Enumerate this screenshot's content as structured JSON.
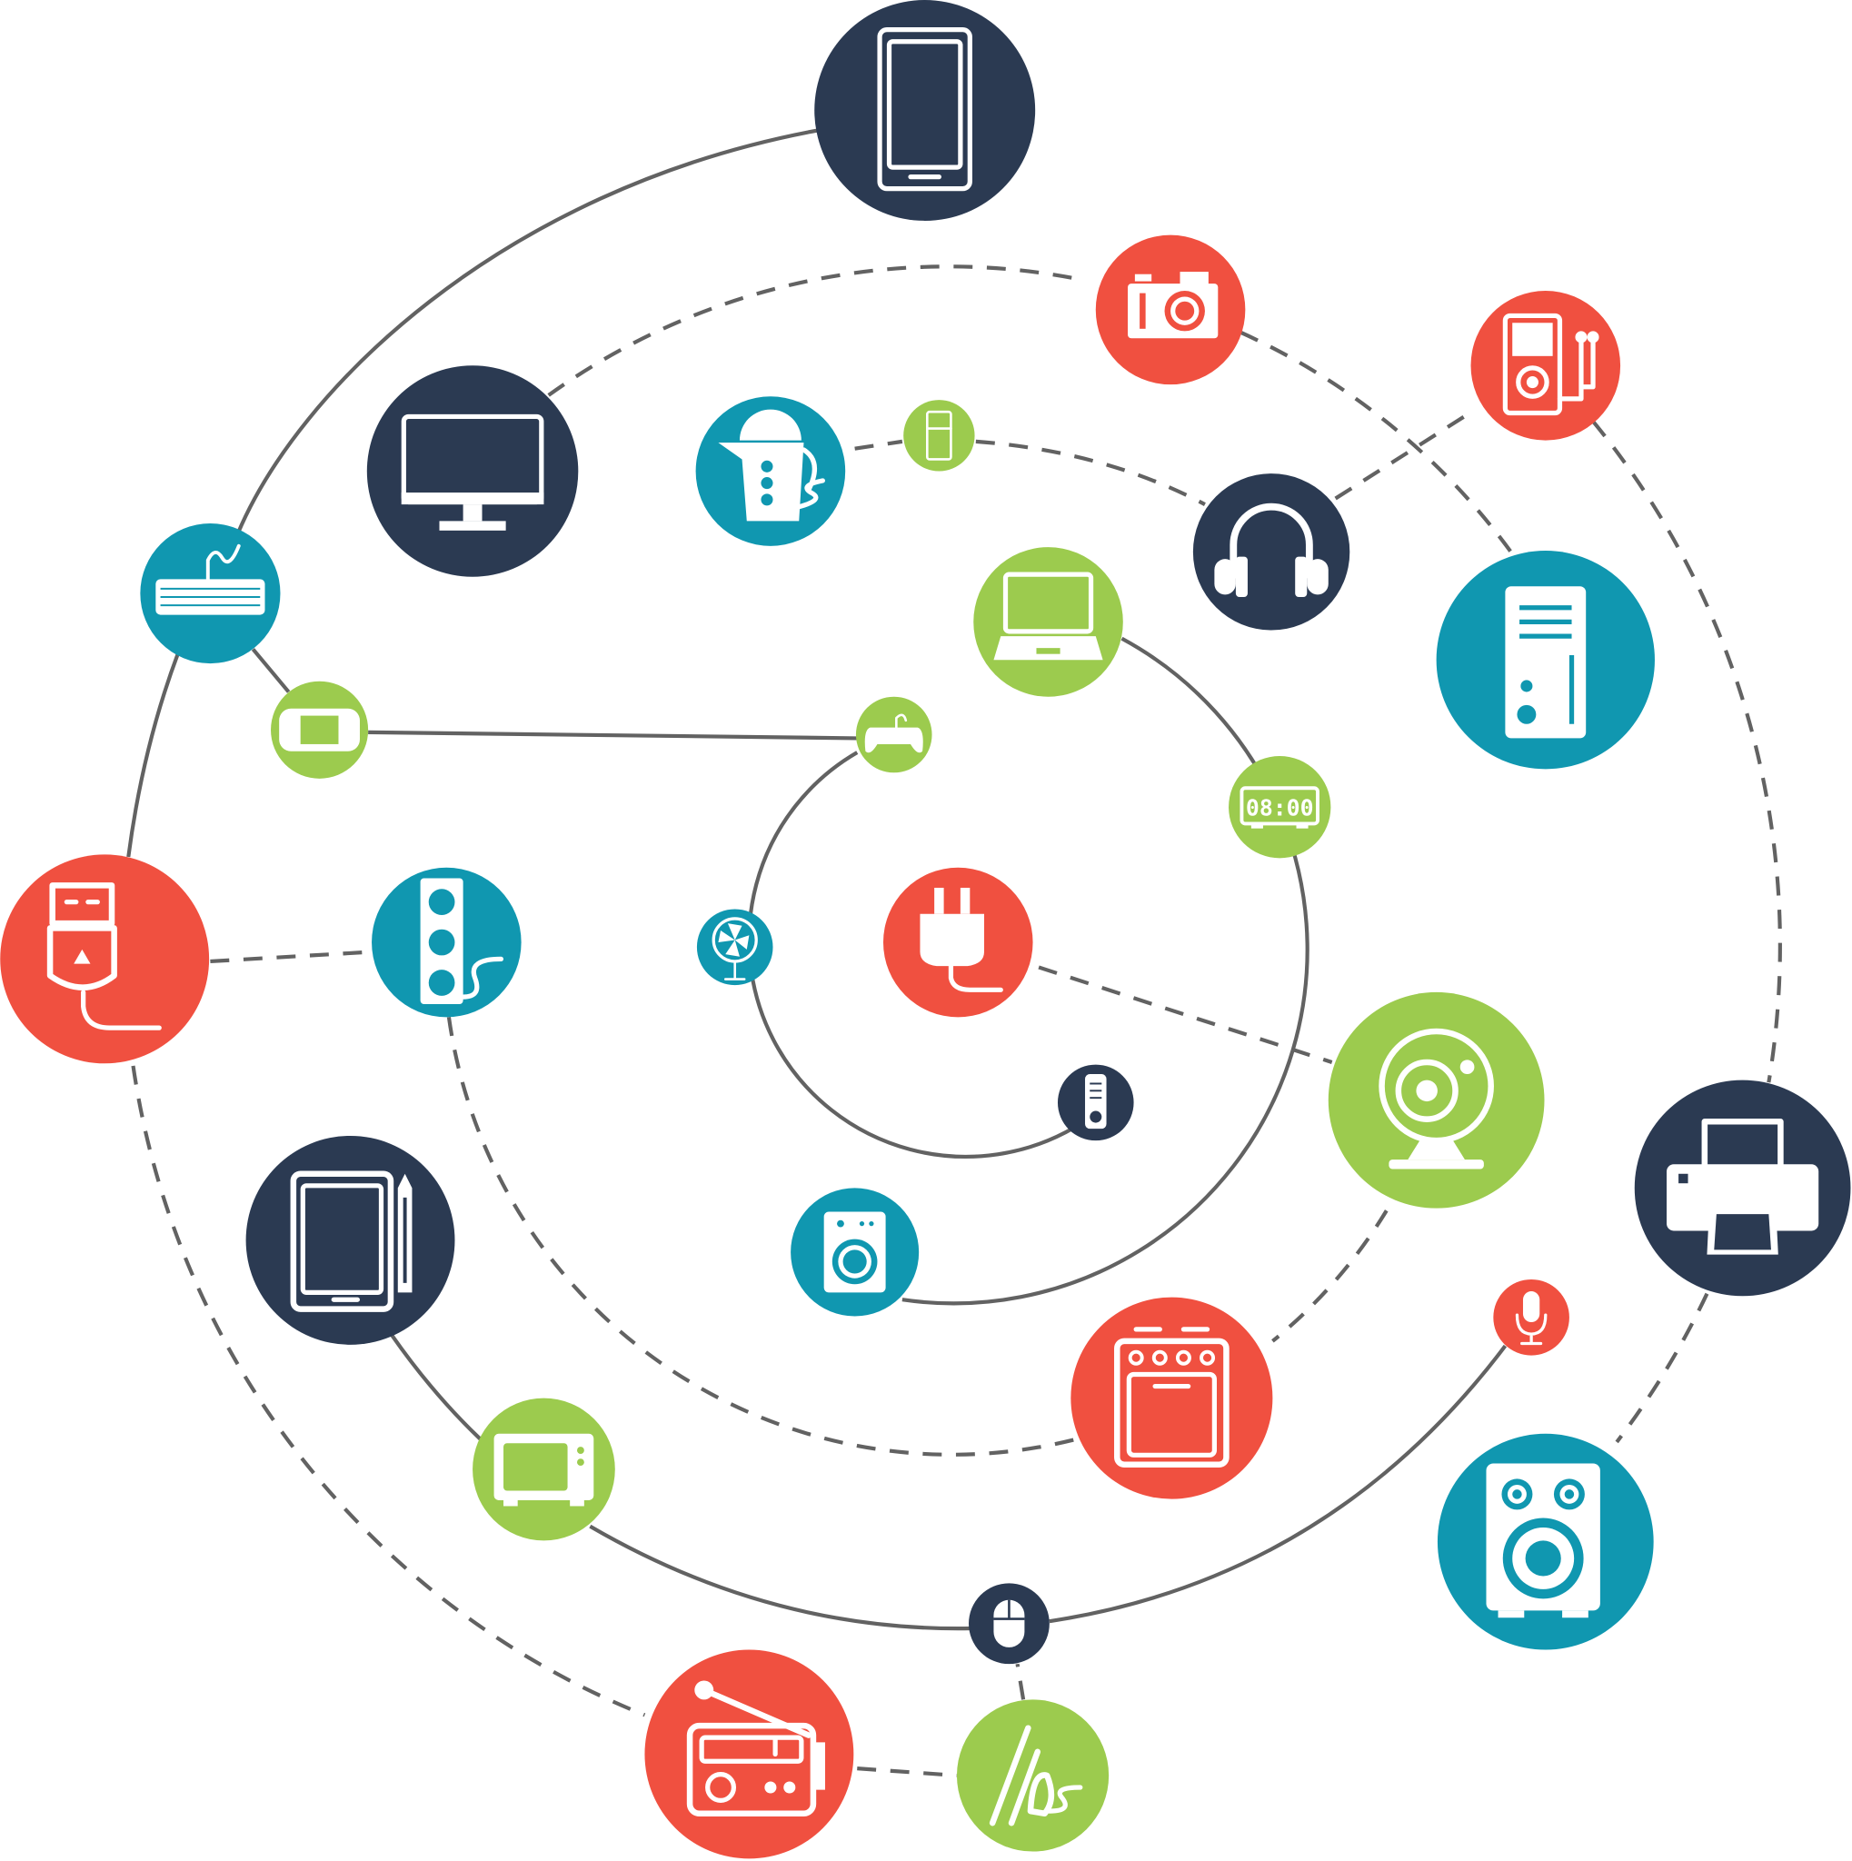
{
  "colors": {
    "navy": "#2b3a52",
    "red": "#f05040",
    "teal": "#1097b0",
    "green": "#9ccb4e",
    "line": "#626262"
  },
  "devices": [
    {
      "name": "smartphone",
      "color": "navy"
    },
    {
      "name": "camera",
      "color": "red"
    },
    {
      "name": "mp3-player",
      "color": "red"
    },
    {
      "name": "monitor",
      "color": "navy"
    },
    {
      "name": "kettle",
      "color": "teal"
    },
    {
      "name": "fridge",
      "color": "green"
    },
    {
      "name": "headphones",
      "color": "navy"
    },
    {
      "name": "keyboard",
      "color": "teal"
    },
    {
      "name": "laptop",
      "color": "green"
    },
    {
      "name": "pc-tower",
      "color": "teal"
    },
    {
      "name": "handheld-console",
      "color": "green"
    },
    {
      "name": "gamepad",
      "color": "green"
    },
    {
      "name": "digital-clock",
      "color": "green"
    },
    {
      "name": "usb-plug",
      "color": "red"
    },
    {
      "name": "power-strip",
      "color": "teal"
    },
    {
      "name": "fan",
      "color": "teal"
    },
    {
      "name": "power-plug",
      "color": "red"
    },
    {
      "name": "webcam",
      "color": "green"
    },
    {
      "name": "remote-control",
      "color": "navy"
    },
    {
      "name": "printer",
      "color": "navy"
    },
    {
      "name": "tablet-with-stylus",
      "color": "navy"
    },
    {
      "name": "washing-machine",
      "color": "teal"
    },
    {
      "name": "oven",
      "color": "red"
    },
    {
      "name": "microphone",
      "color": "red"
    },
    {
      "name": "tv",
      "color": "green"
    },
    {
      "name": "speaker",
      "color": "teal"
    },
    {
      "name": "mouse",
      "color": "navy"
    },
    {
      "name": "radio",
      "color": "red"
    },
    {
      "name": "iron",
      "color": "green"
    }
  ],
  "clock": {
    "time": "08:00"
  }
}
